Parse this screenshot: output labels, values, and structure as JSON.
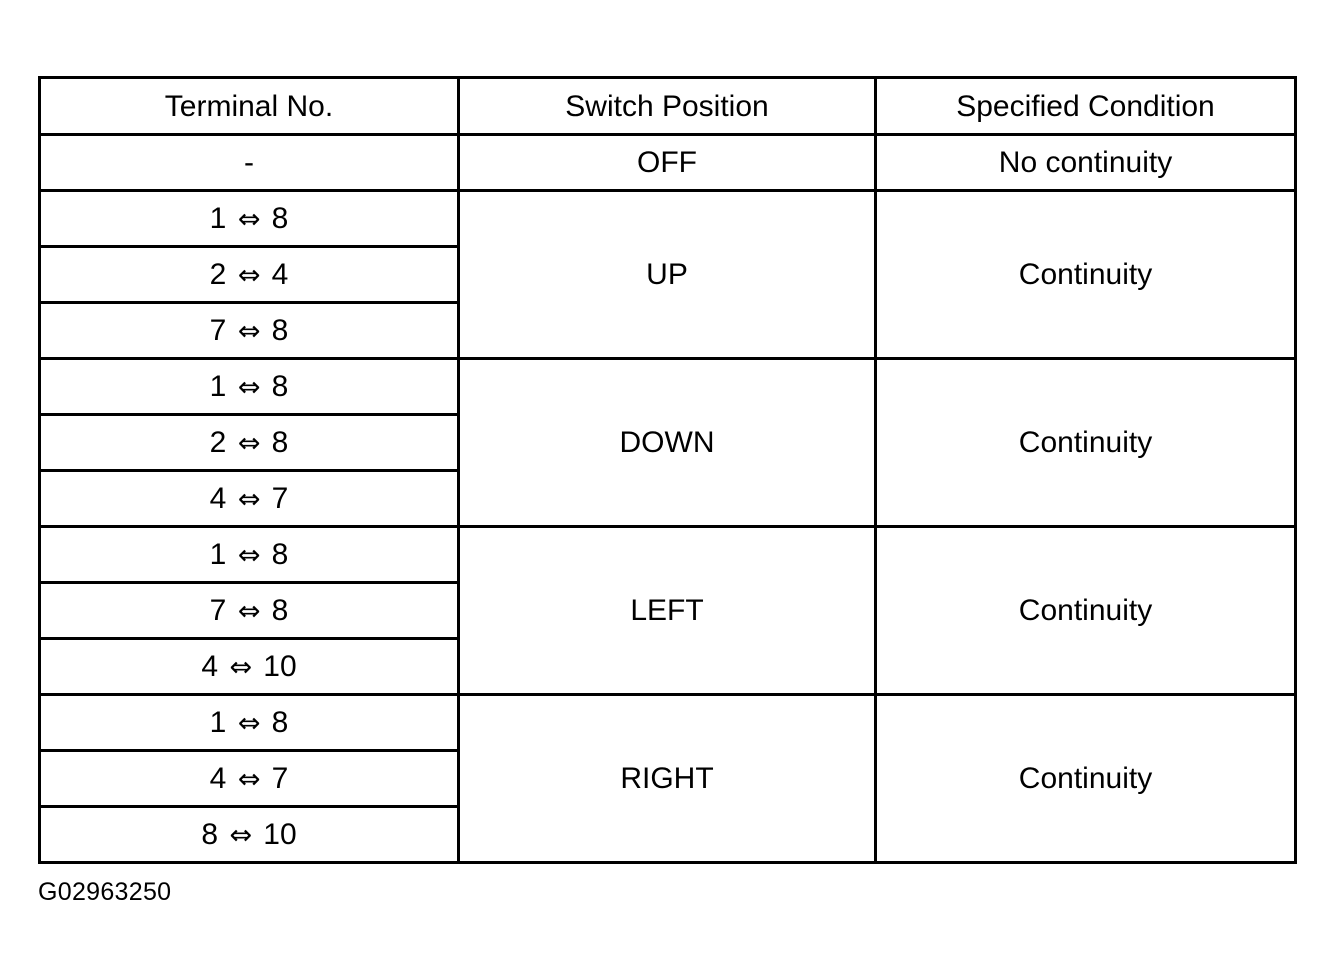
{
  "table": {
    "headers": [
      "Terminal No.",
      "Switch Position",
      "Specified Condition"
    ],
    "arrow_symbol": "⇔",
    "rows": [
      {
        "switch_position": "OFF",
        "specified_condition": "No continuity",
        "terminals": [
          "-"
        ]
      },
      {
        "switch_position": "UP",
        "specified_condition": "Continuity",
        "terminals": [
          "1 ⇔ 8",
          "2 ⇔ 4",
          "7 ⇔ 8"
        ]
      },
      {
        "switch_position": "DOWN",
        "specified_condition": "Continuity",
        "terminals": [
          "1 ⇔ 8",
          "2 ⇔ 8",
          "4 ⇔ 7"
        ]
      },
      {
        "switch_position": "LEFT",
        "specified_condition": "Continuity",
        "terminals": [
          "1 ⇔ 8",
          "7 ⇔ 8",
          "4 ⇔ 10"
        ]
      },
      {
        "switch_position": "RIGHT",
        "specified_condition": "Continuity",
        "terminals": [
          "1 ⇔ 8",
          "4 ⇔ 7",
          "8 ⇔ 10"
        ]
      }
    ]
  },
  "caption": "G02963250",
  "colors": {
    "border": "#000000",
    "text": "#000000",
    "background": "#ffffff"
  }
}
